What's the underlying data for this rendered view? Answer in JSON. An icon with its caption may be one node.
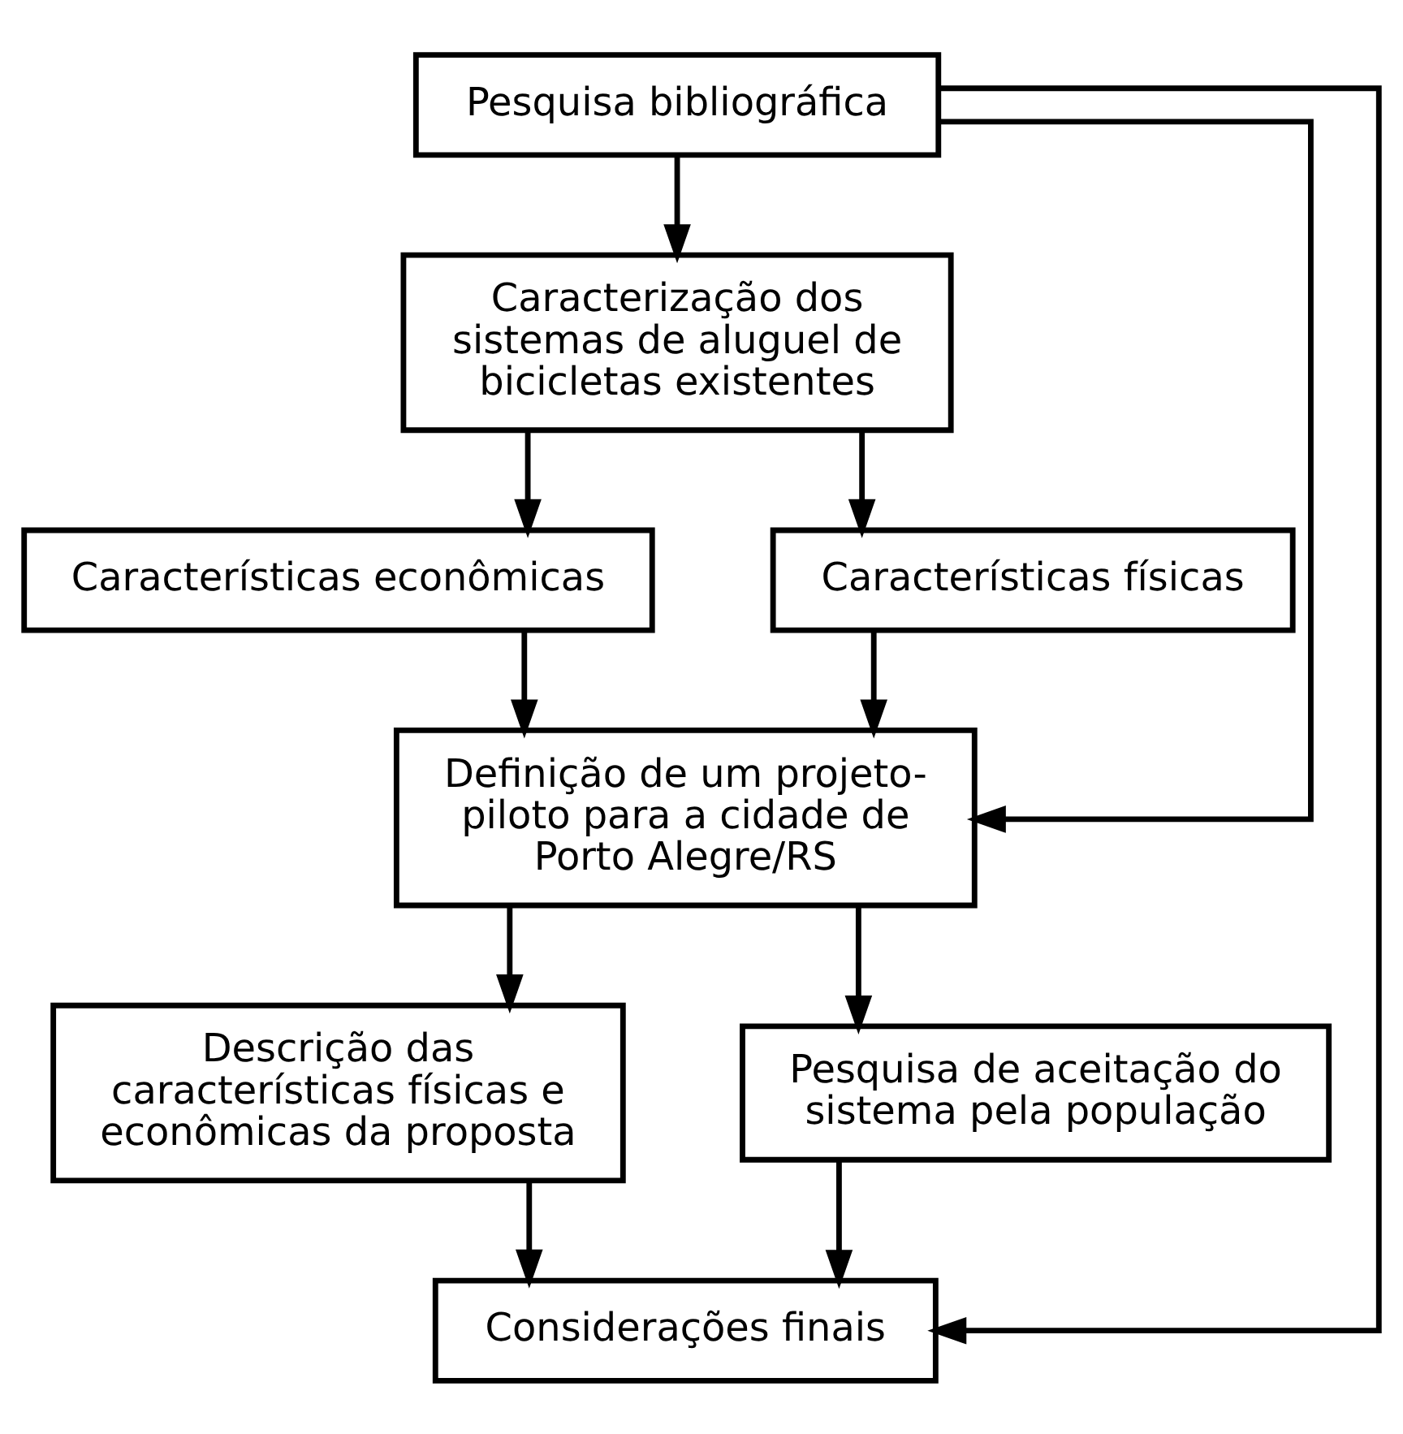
{
  "diagram": {
    "nodes": [
      {
        "text": [
          "Pesquisa bibliográfica"
        ]
      },
      {
        "text": [
          "Caracterização dos sistemas de aluguel de bicicletas existentes"
        ]
      },
      {
        "text": [
          "Características econômicas"
        ]
      },
      {
        "text": [
          "Características físicas"
        ]
      },
      {
        "text": [
          "Definição de um projeto-piloto para a cidade de Porto Alegre/RS"
        ]
      },
      {
        "text": [
          "Descrição das características físicas e econômicas da proposta"
        ]
      },
      {
        "text": [
          "Pesquisa de aceitação do sistema pela população"
        ]
      },
      {
        "text": [
          "Considerações finais"
        ]
      }
    ],
    "edges": [
      {
        "from": 0,
        "to": 1,
        "arrow": "to"
      },
      {
        "from": 1,
        "to": 2,
        "arrow": "to"
      },
      {
        "from": 1,
        "to": 3,
        "arrow": "to"
      },
      {
        "from": 2,
        "to": 4,
        "arrow": "to"
      },
      {
        "from": 3,
        "to": 4,
        "arrow": "to"
      },
      {
        "from": 4,
        "to": 6,
        "arrow": "to"
      },
      {
        "from": 4,
        "to": 5,
        "arrow": "to"
      },
      {
        "from": 6,
        "to": 7,
        "arrow": "to"
      },
      {
        "from": 5,
        "to": 7,
        "arrow": "to"
      },
      {
        "from": 0,
        "to": 7,
        "arrow": "to"
      },
      {
        "from": 0,
        "to": 4,
        "arrow": "to"
      }
    ]
  }
}
